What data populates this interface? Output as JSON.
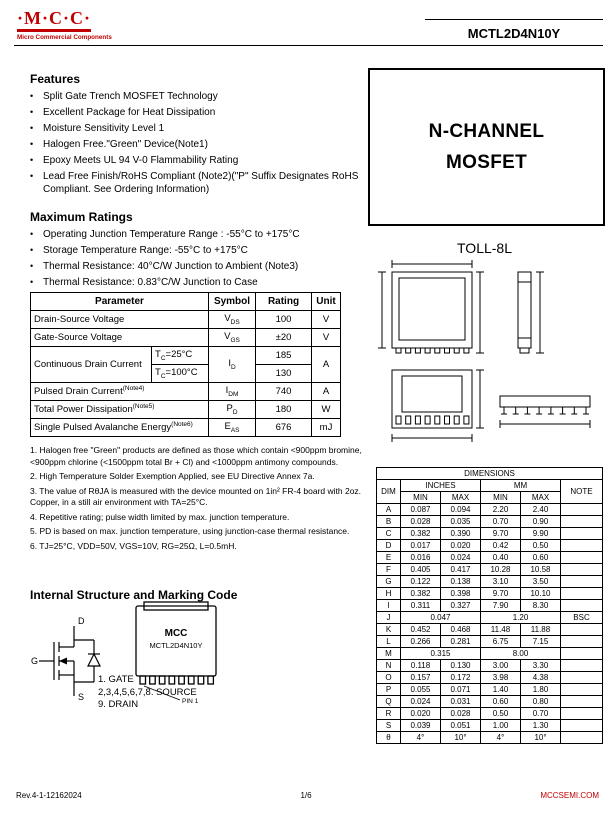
{
  "header": {
    "logo_text": "·M·C·C·",
    "logo_subtitle": "Micro Commercial Components",
    "part_number": "MCTL2D4N10Y"
  },
  "product": {
    "title_line1": "N-CHANNEL",
    "title_line2": "MOSFET",
    "package_name": "TOLL-8L"
  },
  "features": {
    "title": "Features",
    "items": [
      "Split Gate Trench MOSFET Technology",
      "Excellent Package for Heat Dissipation",
      "Moisture Sensitivity Level 1",
      "Halogen Free.\"Green\" Device(Note1)",
      "Epoxy Meets UL 94 V-0 Flammability Rating",
      "Lead Free Finish/RoHS Compliant (Note2)(\"P\" Suffix Designates RoHS Compliant. See Ordering Information)"
    ]
  },
  "maximum_ratings": {
    "title": "Maximum Ratings",
    "items": [
      "Operating Junction Temperature Range : -55°C to +175°C",
      "Storage Temperature Range: -55°C to +175°C",
      "Thermal Resistance: 40°C/W Junction to Ambient (Note3)",
      "Thermal Resistance: 0.83°C/W Junction to Case"
    ]
  },
  "ratings_table": {
    "headers": {
      "parameter": "Parameter",
      "symbol": "Symbol",
      "rating": "Rating",
      "unit": "Unit"
    },
    "vds": {
      "param": "Drain-Source Voltage",
      "sym": "V",
      "sym_sub": "DS",
      "rating": "100",
      "unit": "V"
    },
    "vgs": {
      "param": "Gate-Source Voltage",
      "sym": "V",
      "sym_sub": "GS",
      "rating": "±20",
      "unit": "V"
    },
    "id": {
      "param": "Continuous Drain Current",
      "cond1": "T",
      "cond1_sub": "C",
      "cond1_rest": "=25°C",
      "cond2": "T",
      "cond2_sub": "C",
      "cond2_rest": "=100°C",
      "sym": "I",
      "sym_sub": "D",
      "rating1": "185",
      "rating2": "130",
      "unit": "A"
    },
    "idm": {
      "param": "Pulsed Drain Current",
      "param_sup": "(Note4)",
      "sym": "I",
      "sym_sub": "DM",
      "rating": "740",
      "unit": "A"
    },
    "pd": {
      "param": "Total Power Dissipation",
      "param_sup": "(Note5)",
      "sym": "P",
      "sym_sub": "D",
      "rating": "180",
      "unit": "W"
    },
    "eas": {
      "param": "Single Pulsed Avalanche Energy",
      "param_sup": "(Note6)",
      "sym": "E",
      "sym_sub": "AS",
      "rating": "676",
      "unit": "mJ"
    }
  },
  "notes": {
    "items": [
      "1. Halogen free \"Green\" products are defined as those which contain <900ppm bromine, <900ppm chlorine (<1500ppm total Br + Cl) and <1000ppm antimony compounds.",
      "2. High Temperature Solder Exemption Applied, see EU Directive Annex 7a.",
      "3. The value of RθJA is measured with the device mounted on 1in² FR-4 board with 2oz. Copper, in a still air environment with TA=25°C.",
      "4. Repetitive rating; pulse width limited by max. junction temperature.",
      "5. PD is based on max. junction temperature, using junction-case thermal resistance.",
      "6. TJ=25°C, VDD=50V, VGS=10V, RG=25Ω, L=0.5mH."
    ]
  },
  "internal": {
    "title": "Internal Structure and Marking Code",
    "marking_line1": "MCC",
    "marking_line2": "MCTL2D4N10Y",
    "pin1_label": "PIN 1",
    "terminals": {
      "drain": "D",
      "gate": "G",
      "source": "S"
    },
    "pin_descriptions": [
      "1. GATE",
      "2,3,4,5,6,7,8. SOURCE",
      "9. DRAIN"
    ]
  },
  "dimensions": {
    "title": "DIMENSIONS",
    "col_dim": "DIM",
    "col_inches": "INCHES",
    "col_mm": "MM",
    "col_note": "NOTE",
    "col_min": "MIN",
    "col_max": "MAX",
    "rows": [
      {
        "dim": "A",
        "in_min": "0.087",
        "in_max": "0.094",
        "mm_min": "2.20",
        "mm_max": "2.40",
        "note": ""
      },
      {
        "dim": "B",
        "in_min": "0.028",
        "in_max": "0.035",
        "mm_min": "0.70",
        "mm_max": "0.90",
        "note": ""
      },
      {
        "dim": "C",
        "in_min": "0.382",
        "in_max": "0.390",
        "mm_min": "9.70",
        "mm_max": "9.90",
        "note": ""
      },
      {
        "dim": "D",
        "in_min": "0.017",
        "in_max": "0.020",
        "mm_min": "0.42",
        "mm_max": "0.50",
        "note": ""
      },
      {
        "dim": "E",
        "in_min": "0.016",
        "in_max": "0.024",
        "mm_min": "0.40",
        "mm_max": "0.60",
        "note": ""
      },
      {
        "dim": "F",
        "in_min": "0.405",
        "in_max": "0.417",
        "mm_min": "10.28",
        "mm_max": "10.58",
        "note": ""
      },
      {
        "dim": "G",
        "in_min": "0.122",
        "in_max": "0.138",
        "mm_min": "3.10",
        "mm_max": "3.50",
        "note": ""
      },
      {
        "dim": "H",
        "in_min": "0.382",
        "in_max": "0.398",
        "mm_min": "9.70",
        "mm_max": "10.10",
        "note": ""
      },
      {
        "dim": "I",
        "in_min": "0.311",
        "in_max": "0.327",
        "mm_min": "7.90",
        "mm_max": "8.30",
        "note": ""
      },
      {
        "dim": "J",
        "in_span": "0.047",
        "mm_span": "1.20",
        "note": "BSC"
      },
      {
        "dim": "K",
        "in_min": "0.452",
        "in_max": "0.468",
        "mm_min": "11.48",
        "mm_max": "11.88",
        "note": ""
      },
      {
        "dim": "L",
        "in_min": "0.266",
        "in_max": "0.281",
        "mm_min": "6.75",
        "mm_max": "7.15",
        "note": ""
      },
      {
        "dim": "M",
        "in_span": "0.315",
        "mm_span": "8.00",
        "note": ""
      },
      {
        "dim": "N",
        "in_min": "0.118",
        "in_max": "0.130",
        "mm_min": "3.00",
        "mm_max": "3.30",
        "note": ""
      },
      {
        "dim": "O",
        "in_min": "0.157",
        "in_max": "0.172",
        "mm_min": "3.98",
        "mm_max": "4.38",
        "note": ""
      },
      {
        "dim": "P",
        "in_min": "0.055",
        "in_max": "0.071",
        "mm_min": "1.40",
        "mm_max": "1.80",
        "note": ""
      },
      {
        "dim": "Q",
        "in_min": "0.024",
        "in_max": "0.031",
        "mm_min": "0.60",
        "mm_max": "0.80",
        "note": ""
      },
      {
        "dim": "R",
        "in_min": "0.020",
        "in_max": "0.028",
        "mm_min": "0.50",
        "mm_max": "0.70",
        "note": ""
      },
      {
        "dim": "S",
        "in_min": "0.039",
        "in_max": "0.051",
        "mm_min": "1.00",
        "mm_max": "1.30",
        "note": ""
      },
      {
        "dim": "θ",
        "in_min": "4°",
        "in_max": "10°",
        "mm_min": "4°",
        "mm_max": "10°",
        "note": ""
      }
    ]
  },
  "footer": {
    "rev": "Rev.4-1-12162024",
    "page": "1/6",
    "site": "MCCSEMI.COM"
  }
}
